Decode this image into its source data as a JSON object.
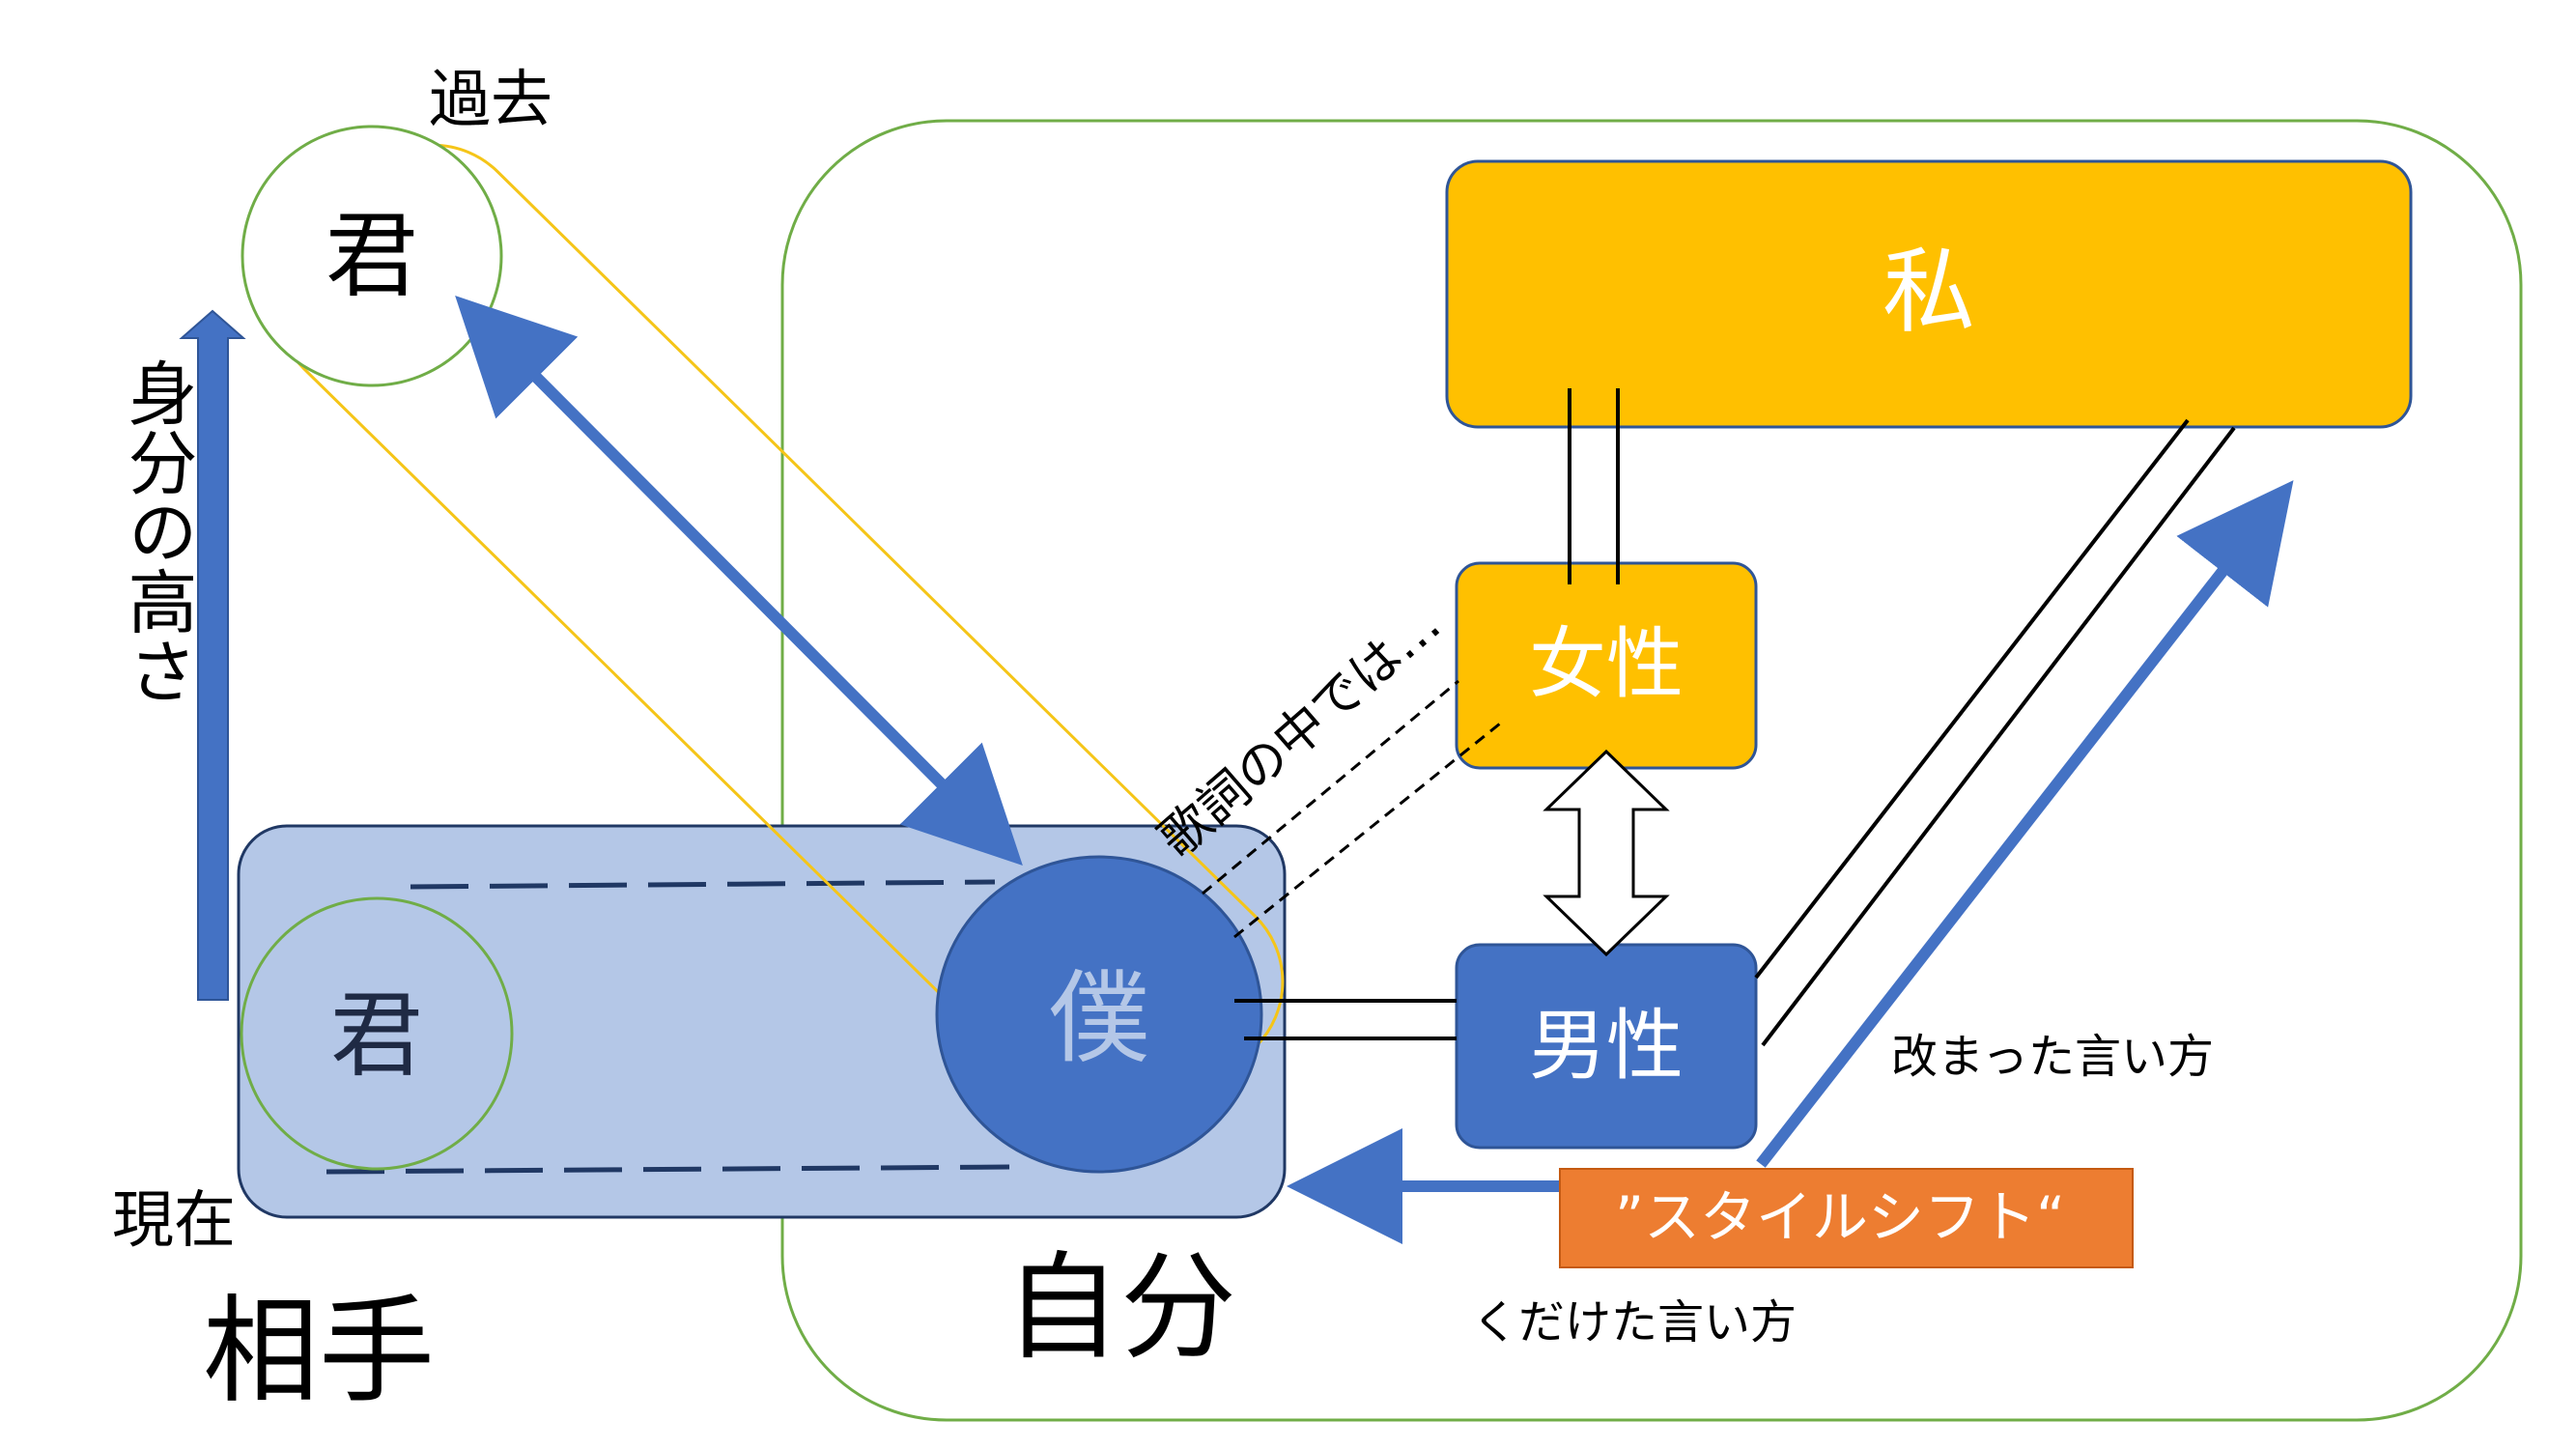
{
  "colors": {
    "accent_blue": "#4472C4",
    "light_blue_fill": "#B4C7E7",
    "dark_navy": "#203864",
    "gold": "#FFC000",
    "outline_yellow": "#F5C518",
    "outline_green": "#70AD47",
    "orange": "#ED7D31"
  },
  "labels": {
    "past": "過去",
    "present": "現在",
    "kimi_past": "君",
    "kimi_present": "君",
    "boku": "僕",
    "watashi": "私",
    "josei": "女性",
    "dansei": "男性",
    "status_height": "身分の高さ",
    "kashi_note": "歌詞の中では…",
    "formal_way": "改まった言い方",
    "casual_way": "くだけた言い方",
    "style_shift": "”スタイルシフト“",
    "aite": "相手",
    "jibun": "自分"
  }
}
